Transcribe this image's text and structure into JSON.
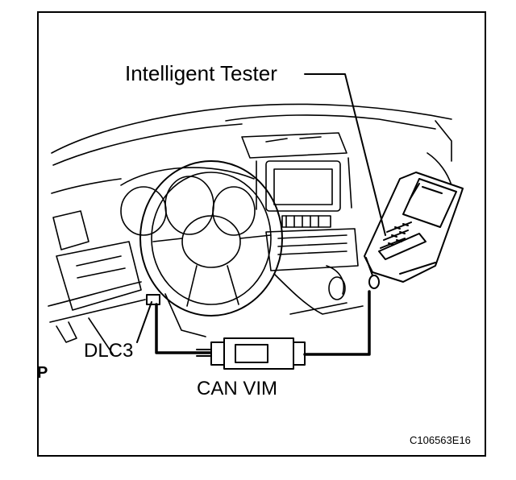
{
  "labels": {
    "intelligent_tester": "Intelligent Tester",
    "dlc3": "DLC3",
    "can_vim": "CAN VIM",
    "figure_code": "C106563E16",
    "p_marker": "P"
  }
}
